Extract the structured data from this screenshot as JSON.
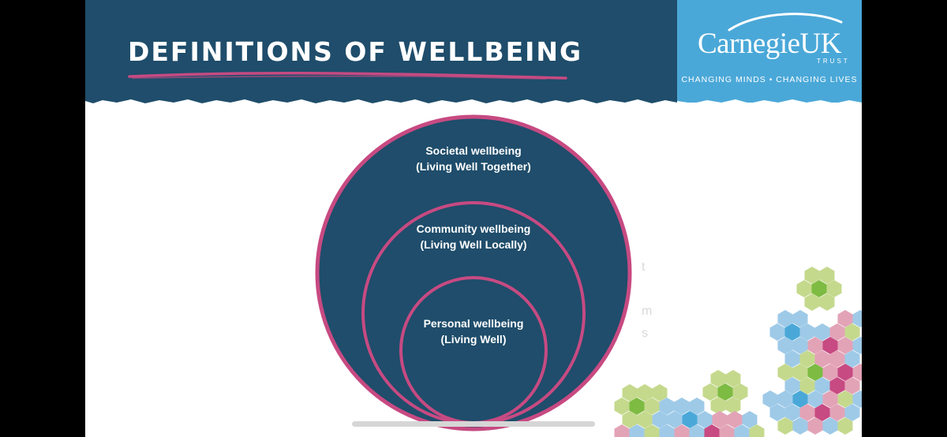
{
  "slide": {
    "title": "DEFINITIONS OF WELLBEING"
  },
  "logo": {
    "wordmark": "CarnegieUK",
    "trust": "TRUST",
    "tagline": "CHANGING MINDS • CHANGING LIVES"
  },
  "diagram": {
    "outer": {
      "title": "Societal wellbeing",
      "subtitle": "(Living Well Together)"
    },
    "middle": {
      "title": "Community wellbeing",
      "subtitle": "(Living Well Locally)"
    },
    "inner": {
      "title": "Personal wellbeing",
      "subtitle": "(Living Well)"
    }
  },
  "colors": {
    "header": "#1f4d6b",
    "logo_bg": "#4aa8d8",
    "circle_fill": "#1f4d6b",
    "circle_ring": "#c74a82",
    "hex_blue": "#9ecae8",
    "hex_green": "#c5d98d",
    "hex_pink": "#e3a3b7"
  }
}
